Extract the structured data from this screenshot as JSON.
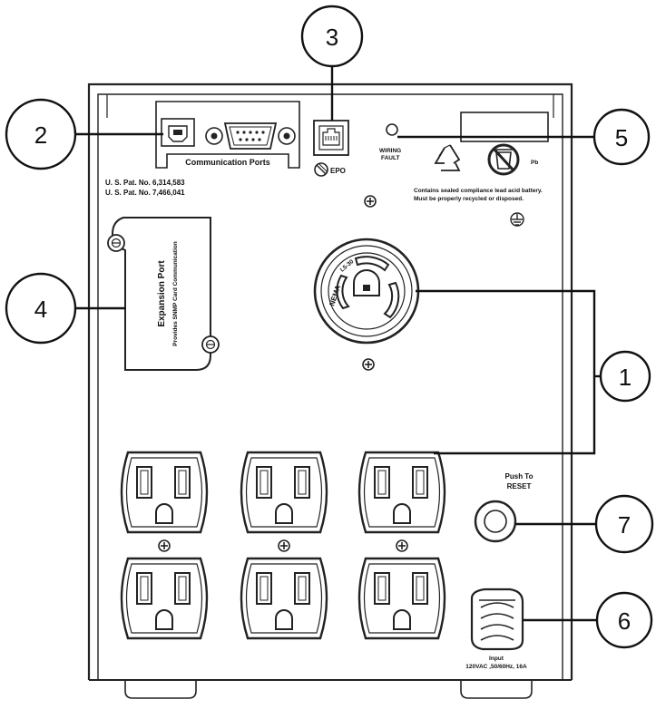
{
  "callouts": {
    "c1": "1",
    "c2": "2",
    "c3": "3",
    "c4": "4",
    "c5": "5",
    "c6": "6",
    "c7": "7"
  },
  "labels": {
    "communication_ports": "Communication Ports",
    "patent_1": "U. S. Pat. No. 6,314,583",
    "patent_2": "U. S. Pat. No. 7,466,041",
    "epo": "EPO",
    "wiring_fault_1": "WIRING",
    "wiring_fault_2": "FAULT",
    "battery_notice_1": "Contains sealed compliance lead acid battery.",
    "battery_notice_2": "Must be properly recycled or disposed.",
    "pb": "Pb",
    "expansion_port": "Expansion Port",
    "expansion_port_sub": "Provides SNMP Card Communication",
    "nema": "NEMA",
    "nema_code": "L5-30",
    "push_to": "Push To",
    "reset": "RESET",
    "input": "Input",
    "input_rating": "120VAC ,50/60Hz, 16A"
  }
}
